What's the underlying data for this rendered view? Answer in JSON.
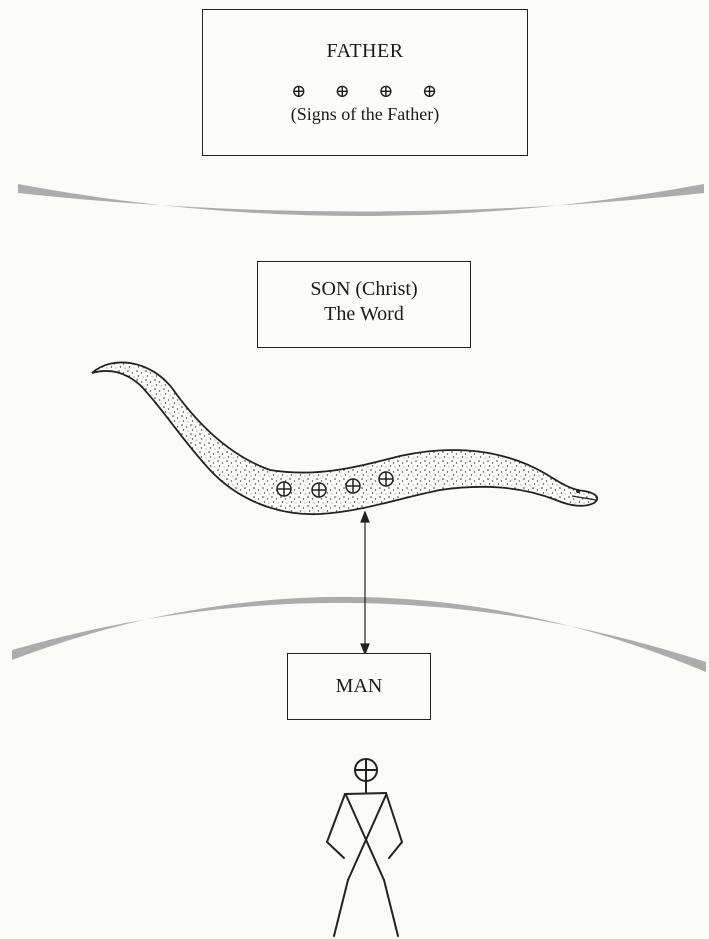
{
  "father": {
    "title": "FATHER",
    "signs": "⊕ ⊕ ⊕ ⊕",
    "caption": "(Signs of the Father)"
  },
  "son": {
    "line1": "SON (Christ)",
    "line2": "The Word"
  },
  "man": {
    "label": "MAN"
  },
  "colors": {
    "ink": "#222222",
    "band": "#9a9a9a",
    "paper": "#fbfbf9"
  },
  "icons": [
    "plus-circle-icon",
    "serpent-illustration",
    "stick-figure-icon",
    "double-arrow-icon"
  ]
}
